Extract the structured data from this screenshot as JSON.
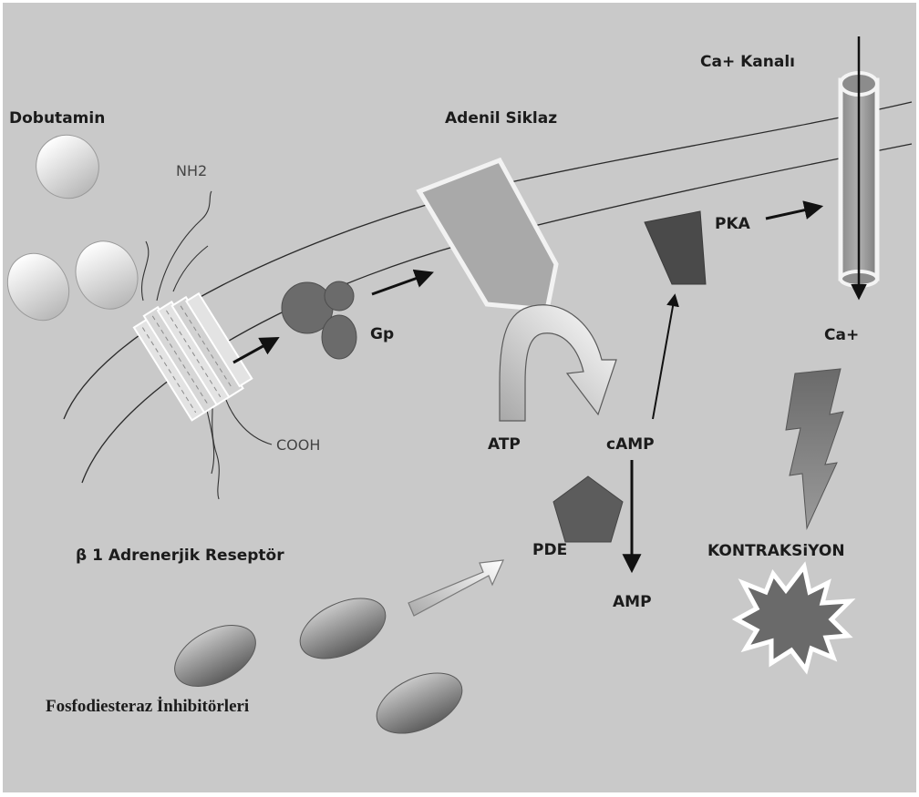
{
  "labels": {
    "dobutamin": "Dobutamin",
    "nh2": "NH2",
    "cooh": "COOH",
    "receptor": "β 1 Adrenerjik Reseptör",
    "gp": "Gp",
    "adenil_siklaz": "Adenil Siklaz",
    "atp": "ATP",
    "camp": "cAMP",
    "pka": "PKA",
    "ca_kanali": "Ca+ Kanalı",
    "ca": "Ca+",
    "pde": "PDE",
    "amp": "AMP",
    "kontraksiyon": "KONTRAKSiYON",
    "inhibitors": "Fosfodiesteraz İnhibitörleri"
  },
  "colors": {
    "background": "#c9c9c9",
    "membrane_line": "#2a2a2a",
    "g_protein": "#6b6b6b",
    "pka_block": "#4a4a4a",
    "pde": "#5c5c5c",
    "inhibitor_pill": "#7a7a7a"
  }
}
